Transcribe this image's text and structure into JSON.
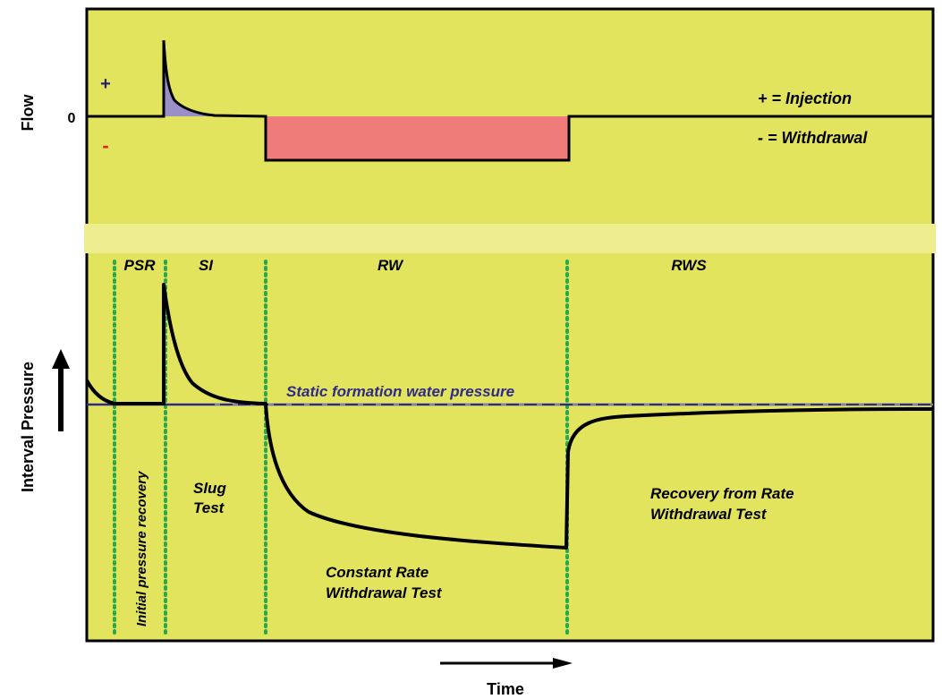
{
  "colors": {
    "background": "#e3e45d",
    "flow_line": "#000000",
    "injection_fill": "#9b8fc7",
    "withdrawal_fill": "#f07b7b",
    "static_line": "#2e2a8a",
    "phase_divider": "#2aa84a",
    "plus": "#24206e",
    "minus": "#e2231a"
  },
  "flow_panel": {
    "ylabel": "Flow",
    "zero_label": "0",
    "plus_sign": "+",
    "minus_sign": "-",
    "legend_injection": "+  = Injection",
    "legend_withdrawal": "-  = Withdrawal"
  },
  "pressure_panel": {
    "ylabel": "Interval Pressure",
    "phases": [
      "PSR",
      "SI",
      "RW",
      "RWS"
    ],
    "static_label": "Static formation water pressure",
    "initial_recovery": "Initial pressure recovery",
    "slug_test_line1": "Slug",
    "slug_test_line2": "Test",
    "crw_line1": "Constant Rate",
    "crw_line2": "Withdrawal Test",
    "recovery_line1": "Recovery from Rate",
    "recovery_line2": "Withdrawal Test"
  },
  "xlabel": "Time"
}
